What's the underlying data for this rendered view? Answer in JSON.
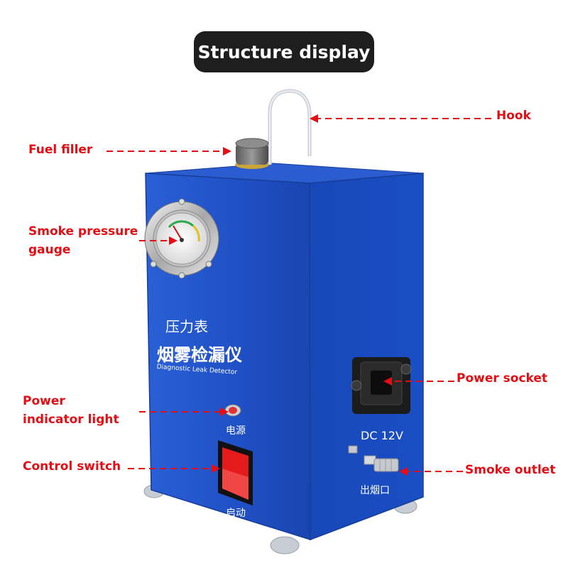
{
  "title": "Structure display",
  "callouts": {
    "hook": "Hook",
    "fuel_filler": "Fuel filler",
    "smoke_pressure_gauge_line1": "Smoke pressure",
    "smoke_pressure_gauge_line2": "gauge",
    "power_socket": "Power socket",
    "power_indicator_line1": "Power",
    "power_indicator_line2": "indicator light",
    "control_switch": "Control switch",
    "smoke_outlet": "Smoke outlet"
  },
  "device_panel": {
    "gauge_caption": "压力表",
    "product_name": "烟雾检漏仪",
    "product_name_en": "Diagnostic Leak Detector",
    "power_light_caption": "电源",
    "switch_caption": "启动",
    "voltage": "DC 12V",
    "outlet_caption": "出烟口"
  },
  "colors": {
    "callout_red": "#e30d13",
    "device_blue": "#1f4fc4",
    "title_bg": "#1e1e1e"
  }
}
